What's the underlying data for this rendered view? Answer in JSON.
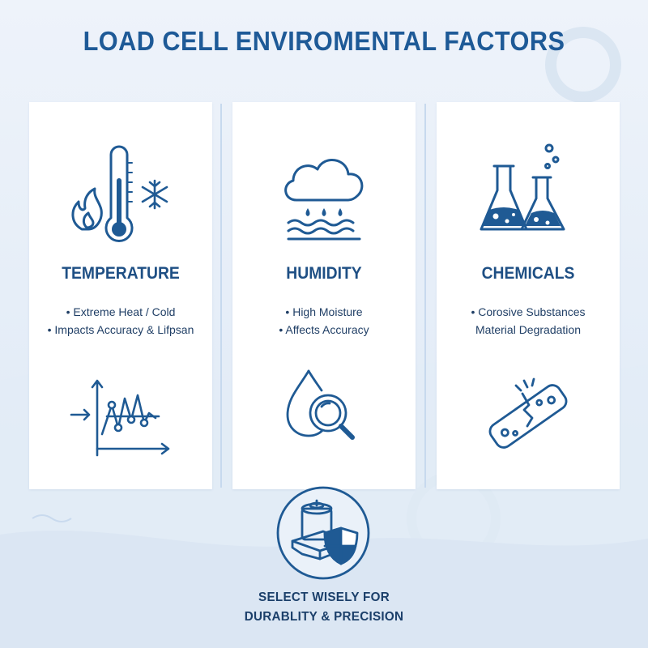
{
  "title": "LOAD CELL ENVIROMENTAL FACTORS",
  "cards": [
    {
      "title": "TEMPERATURE",
      "bullets": [
        "• Extreme Heat / Cold",
        "• Impacts Accuracy & Lifpsan"
      ],
      "icon_top": "thermometer-fire-snowflake-icon",
      "icon_bottom": "fluctuating-line-graph-icon"
    },
    {
      "title": "HUMIDITY",
      "bullets": [
        "• High Moisture",
        "• Affects Accuracy"
      ],
      "icon_top": "rain-cloud-waves-icon",
      "icon_bottom": "water-drop-magnifier-icon"
    },
    {
      "title": "CHEMICALS",
      "bullets": [
        "• Corosive Substances",
        "Material Degradation"
      ],
      "icon_top": "chemical-flasks-icon",
      "icon_bottom": "cracked-load-cell-icon"
    }
  ],
  "footer": {
    "line1": "SELECT WISELY FOR",
    "line2": "DURABLITY & PRECISION",
    "icon": "load-cell-shield-icon"
  },
  "colors": {
    "accent": "#1e5a97",
    "icon_stroke": "#1f5a94",
    "background": "#e6eef8",
    "card": "#ffffff"
  }
}
